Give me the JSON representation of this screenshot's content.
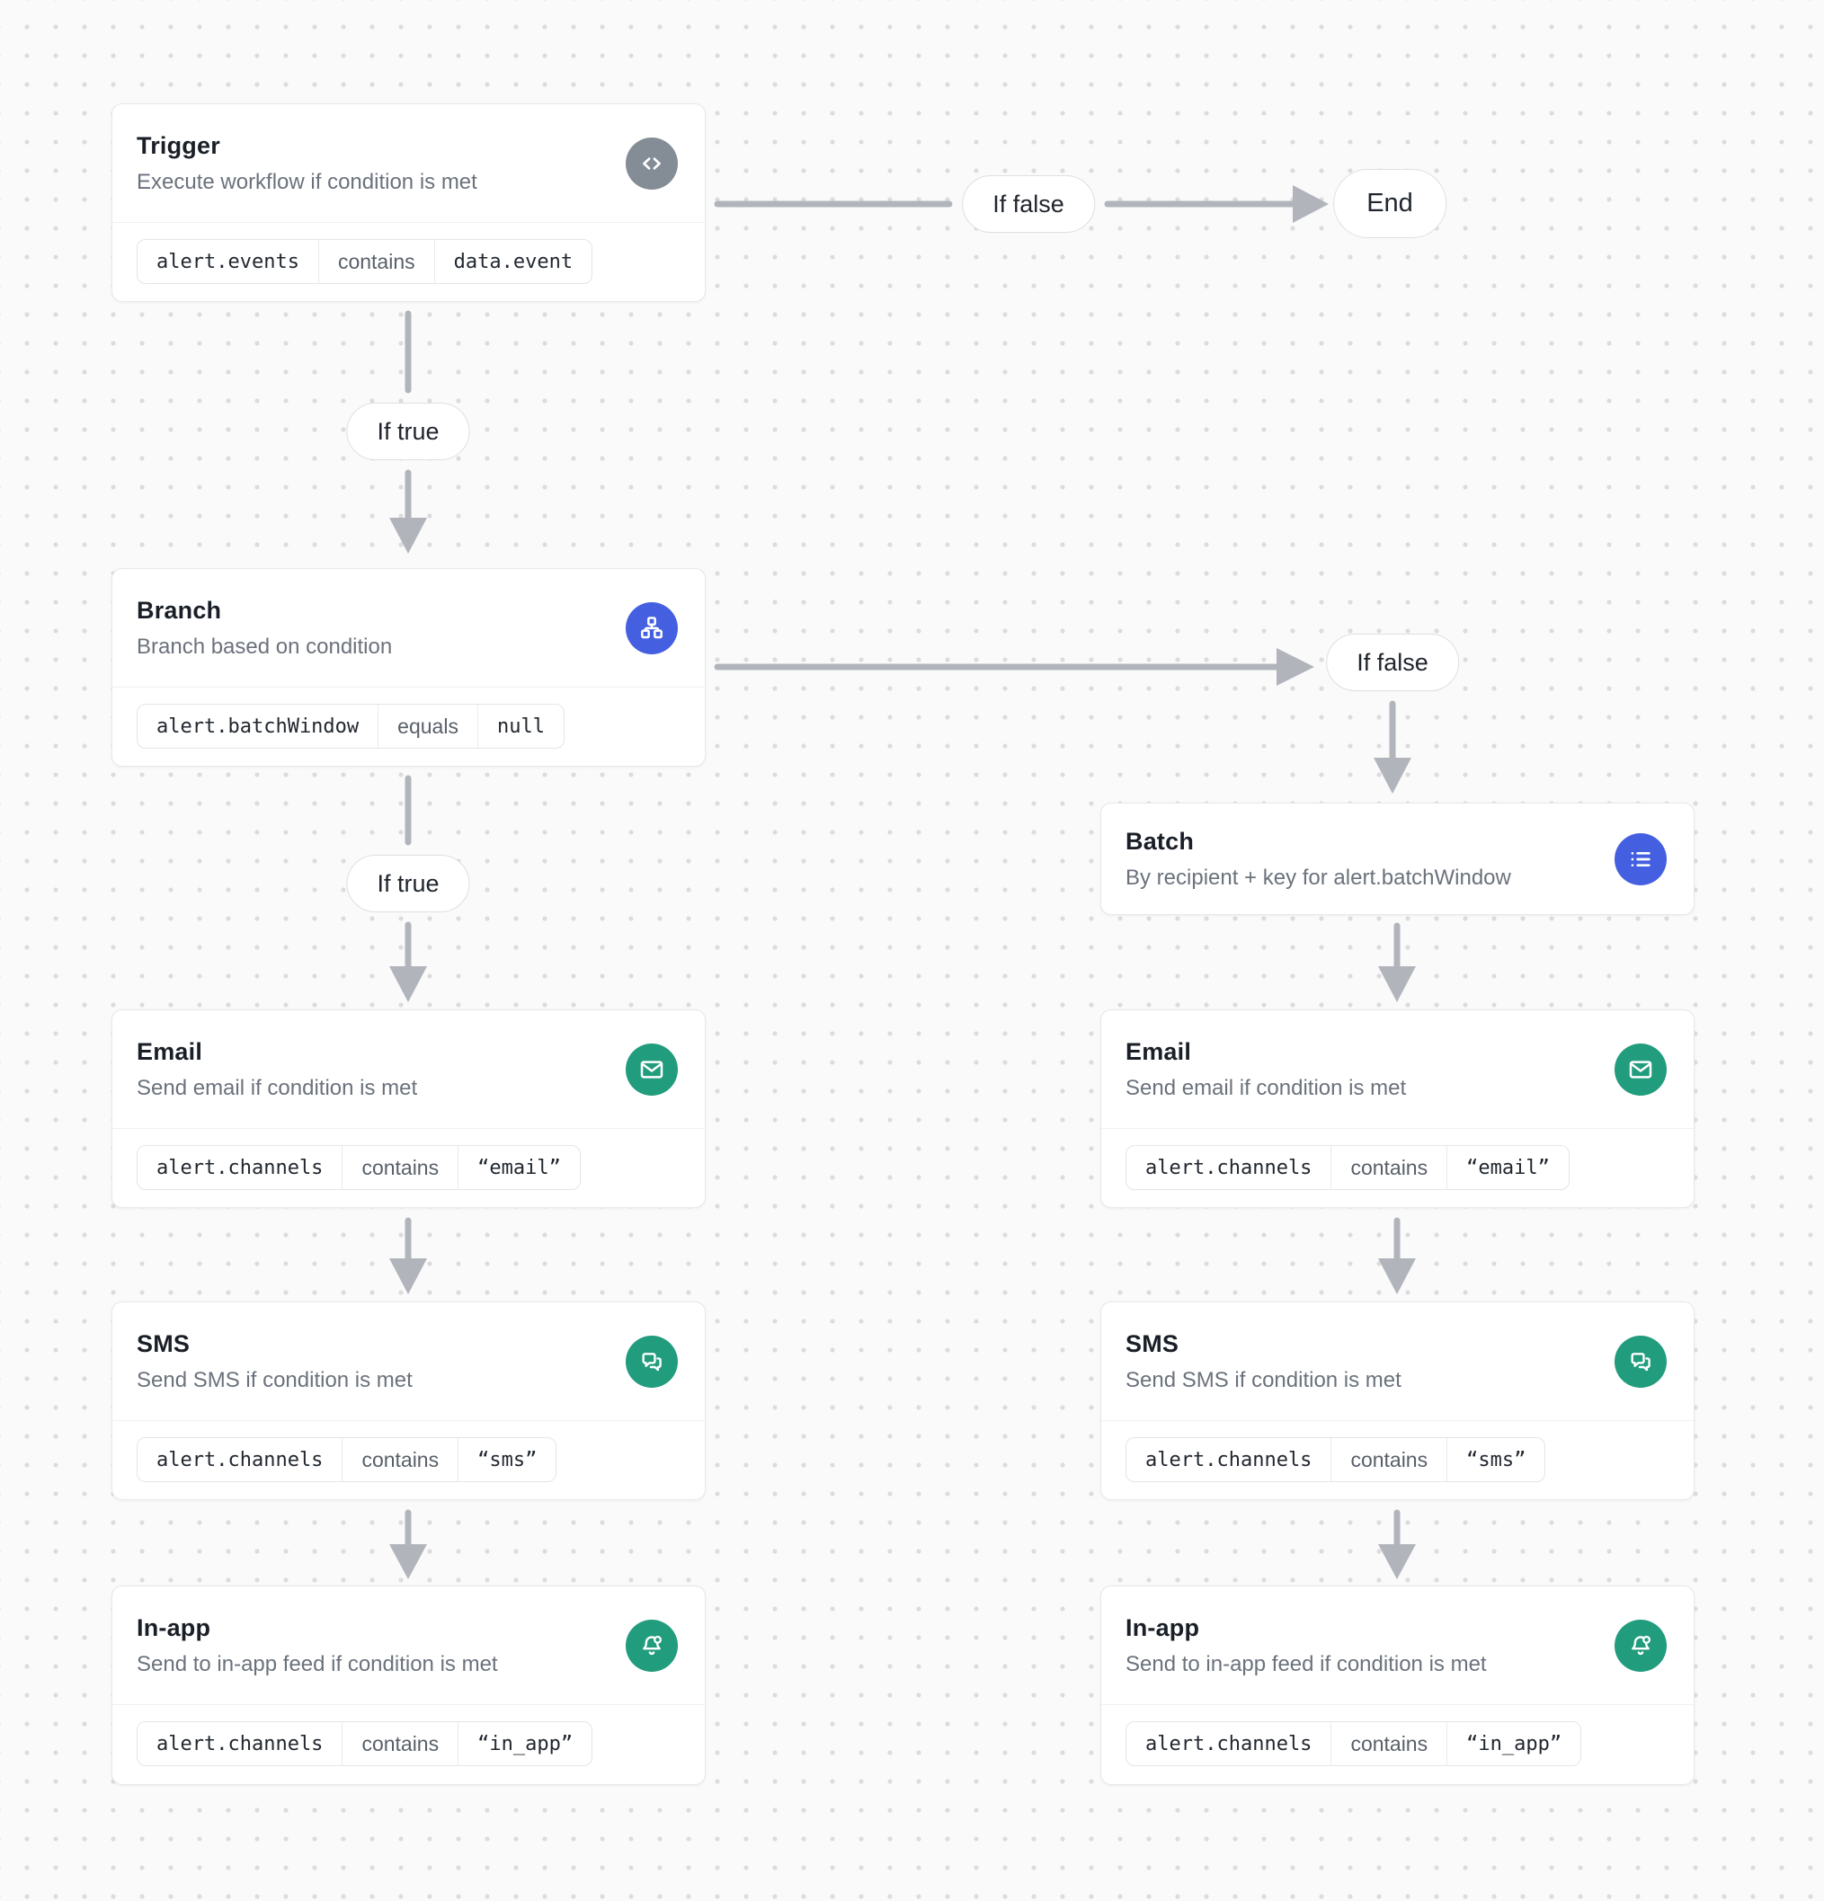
{
  "canvas": {
    "background_color": "#fafafa",
    "dot_color": "#dcdcdc"
  },
  "palette": {
    "arrow": "#b1b5bb",
    "node_border": "#e6e8ec",
    "icon_gray": "#848c96",
    "icon_blue": "#455fe1",
    "icon_green": "#219c7d"
  },
  "nodes": [
    {
      "title": "Trigger",
      "subtitle": "Execute workflow if condition is met",
      "icon": "code-icon",
      "condition": {
        "lhs": "alert.events",
        "op": "contains",
        "rhs": "data.event"
      }
    },
    {
      "title": "Branch",
      "subtitle": "Branch based on condition",
      "icon": "sitemap-icon",
      "condition": {
        "lhs": "alert.batchWindow",
        "op": "equals",
        "rhs": "null"
      }
    },
    {
      "title": "Batch",
      "subtitle": "By recipient + key for alert.batchWindow",
      "icon": "list-icon"
    },
    {
      "title": "Email",
      "subtitle": "Send email if condition is met",
      "icon": "envelope-icon",
      "condition": {
        "lhs": "alert.channels",
        "op": "contains",
        "rhs": "“email”"
      }
    },
    {
      "title": "SMS",
      "subtitle": "Send SMS if condition is met",
      "icon": "chat-bubbles-icon",
      "condition": {
        "lhs": "alert.channels",
        "op": "contains",
        "rhs": "“sms”"
      }
    },
    {
      "title": "In-app",
      "subtitle": "Send to in-app feed if condition is met",
      "icon": "bell-badge-icon",
      "condition": {
        "lhs": "alert.channels",
        "op": "contains",
        "rhs": "“in_app”"
      }
    },
    {
      "title": "Email",
      "subtitle": "Send email if condition is met",
      "icon": "envelope-icon",
      "condition": {
        "lhs": "alert.channels",
        "op": "contains",
        "rhs": "“email”"
      }
    },
    {
      "title": "SMS",
      "subtitle": "Send SMS if condition is met",
      "icon": "chat-bubbles-icon",
      "condition": {
        "lhs": "alert.channels",
        "op": "contains",
        "rhs": "“sms”"
      }
    },
    {
      "title": "In-app",
      "subtitle": "Send to in-app feed if condition is met",
      "icon": "bell-badge-icon",
      "condition": {
        "lhs": "alert.channels",
        "op": "contains",
        "rhs": "“in_app”"
      }
    }
  ],
  "edges": {
    "if_true_1": "If true",
    "if_false_1": "If false",
    "if_true_2": "If true",
    "if_false_2": "If false",
    "end": "End"
  }
}
